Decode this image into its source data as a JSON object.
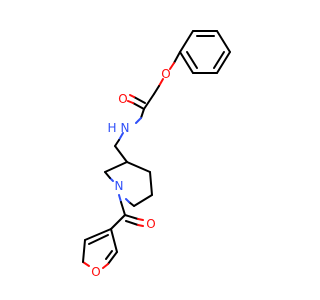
{
  "molecule": {
    "colors": {
      "carbon": "#000000",
      "oxygen": "#ff0d0d",
      "nitrogen": "#3050f8",
      "background": "#ffffff"
    },
    "labels": {
      "phenoxy_oxygen": "O",
      "carbonyl_oxygen_amide": "O",
      "amide_nitrogen": "N",
      "amide_hydrogen": "H",
      "piperidine_nitrogen": "N",
      "carbonyl_oxygen_furoyl": "O",
      "furan_oxygen": "O"
    }
  }
}
